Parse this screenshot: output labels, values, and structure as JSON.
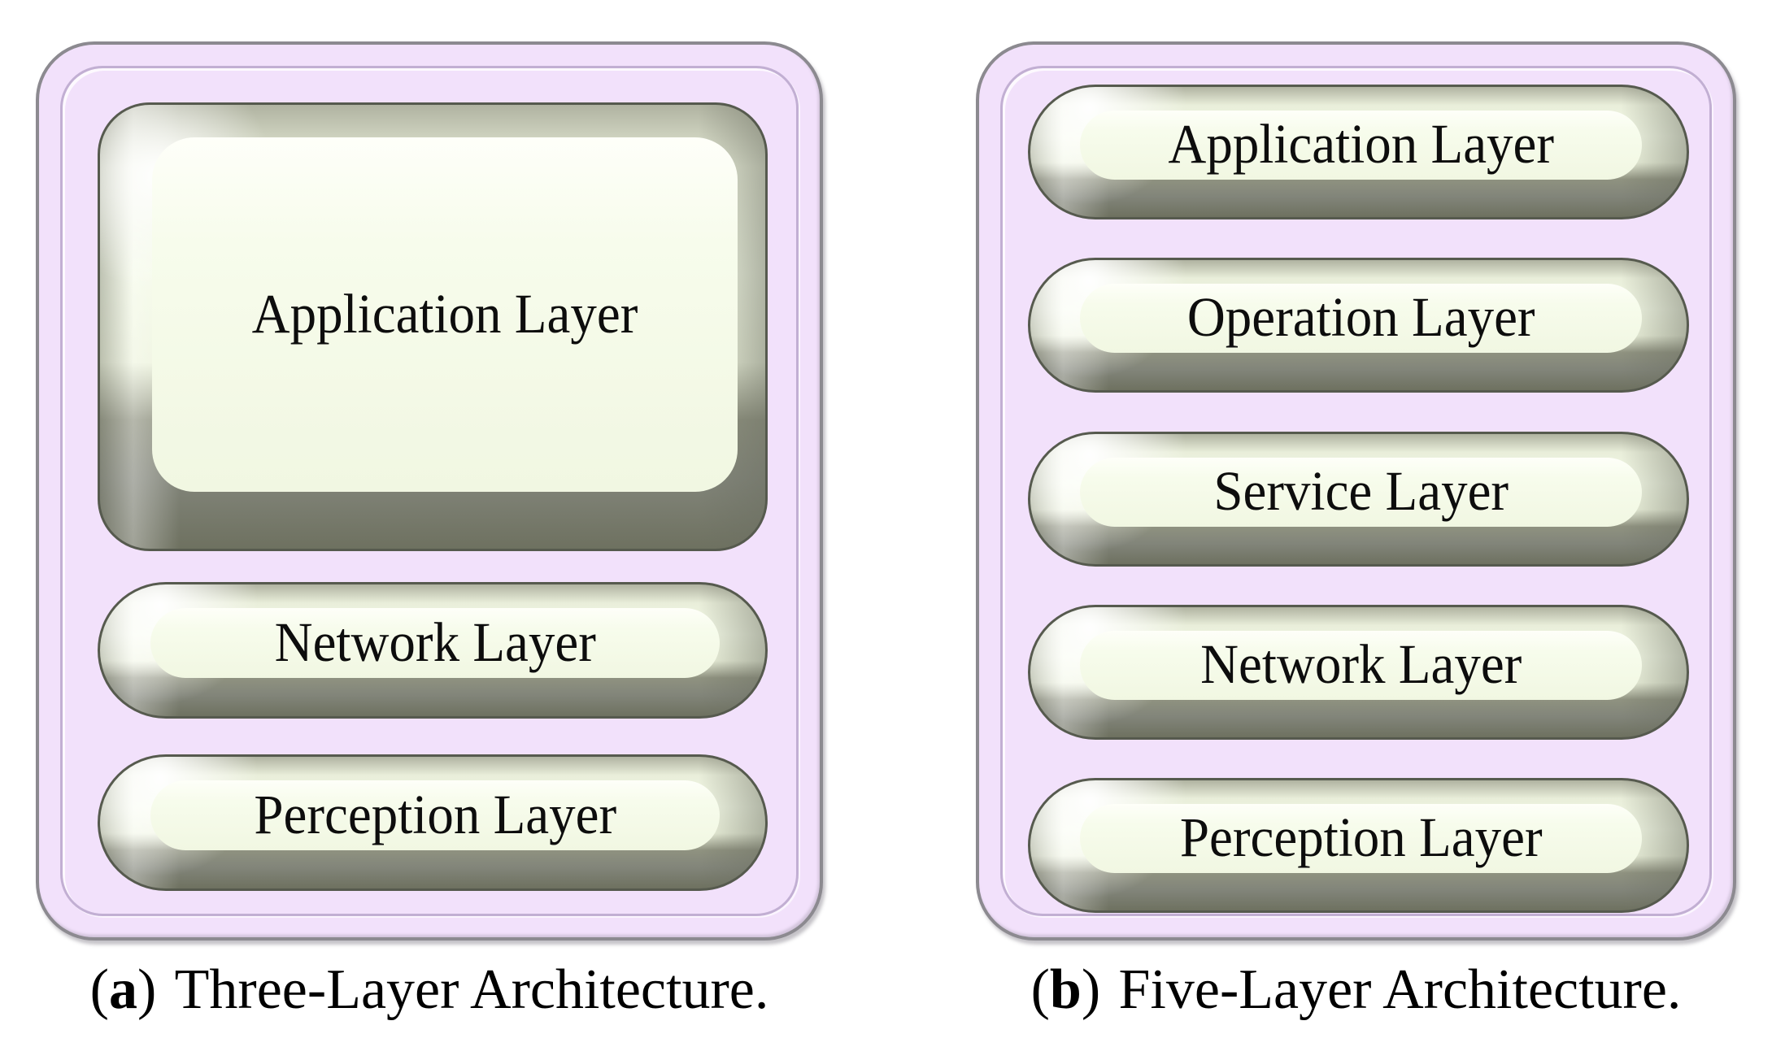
{
  "figure": {
    "panel_a": {
      "caption": {
        "open": "(",
        "marker": "a",
        "close": ")",
        "text": "Three-Layer Architecture."
      },
      "layers": [
        "Application Layer",
        "Network Layer",
        "Perception Layer"
      ]
    },
    "panel_b": {
      "caption": {
        "open": "(",
        "marker": "b",
        "close": ")",
        "text": "Five-Layer Architecture."
      },
      "layers": [
        "Application Layer",
        "Operation Layer",
        "Service Layer",
        "Network Layer",
        "Perception Layer"
      ]
    },
    "colors": {
      "panel_fill": "#f2e1fb",
      "panel_border": "#8c8a90",
      "inner_ring_line": "#c2afd3",
      "box_fill": "#f4fae7",
      "box_bevel_gray": "#82857a",
      "box_border": "#565a4e",
      "label_text": "#0d0d0d"
    }
  }
}
